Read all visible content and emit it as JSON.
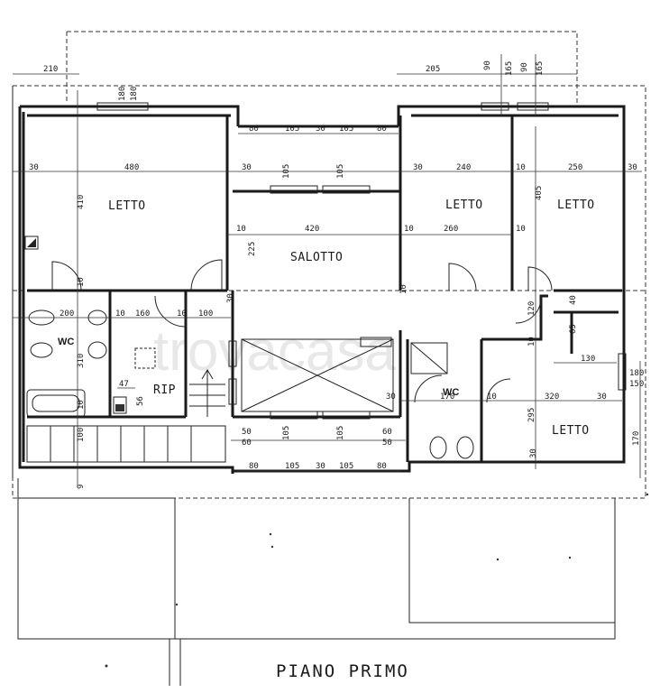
{
  "title": "PIANO PRIMO",
  "watermark": "trovacasa",
  "rooms": {
    "letto_1": "LETTO",
    "letto_2": "LETTO",
    "letto_3": "LETTO",
    "letto_4": "LETTO",
    "salotto": "SALOTTO",
    "rip": "RIP",
    "wc_1": "WC",
    "wc_2": "WC"
  },
  "dims": {
    "d210": "210",
    "d205": "205",
    "d90a": "90",
    "d165a": "165",
    "d90b": "90",
    "d165b": "165",
    "d180": "180",
    "d180b": "180",
    "d80a": "80",
    "d105a": "105",
    "d30a": "30",
    "d105b": "105",
    "d80b": "80",
    "d30b": "30",
    "d480": "480",
    "d30c": "30",
    "d105c": "105",
    "d105d": "105",
    "d30d": "30",
    "d240": "240",
    "d10a": "10",
    "d250": "250",
    "d30e": "30",
    "d410": "410",
    "d405": "405",
    "d225": "225",
    "d420": "420",
    "d10b": "10",
    "d260": "260",
    "d10c": "10",
    "d10d": "10",
    "d10e": "10",
    "d30f": "30",
    "d10f": "10",
    "d200": "200",
    "d10g": "10",
    "d160": "160",
    "d10h": "10",
    "d100a": "100",
    "d10i": "10",
    "d120": "120",
    "d65": "65",
    "d310": "310",
    "d40": "40",
    "d130": "130",
    "d47": "47",
    "d56": "56",
    "d30g": "30",
    "d170a": "170",
    "d10j": "10",
    "d320": "320",
    "d30h": "30",
    "d180c": "180",
    "d150": "150",
    "d10k": "10",
    "d295": "295",
    "d100b": "100",
    "d50a": "50",
    "d60a": "60",
    "d105e": "105",
    "d105f": "105",
    "d60b": "60",
    "d50b": "50",
    "d170b": "170",
    "d30i": "30",
    "d80c": "80",
    "d105g": "105",
    "d30j": "30",
    "d105h": "105",
    "d80d": "80",
    "d9": "9"
  }
}
